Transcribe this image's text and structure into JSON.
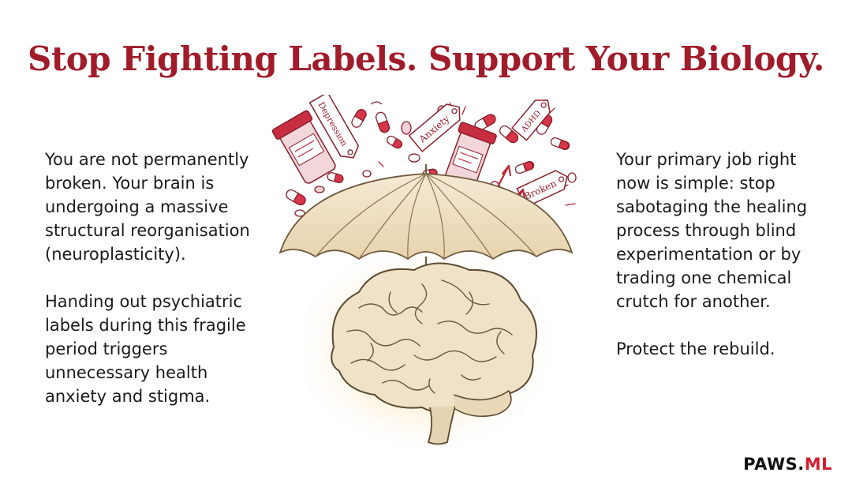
{
  "title": "Stop Fighting Labels. Support Your Biology.",
  "left_column": {
    "paragraph1": "You are not permanently broken. Your brain is undergoing a massive structural reorganisation (neuroplasticity).",
    "paragraph2": "Handing out psychiatric labels during this fragile period triggers unnecessary health anxiety and stigma."
  },
  "right_column": {
    "paragraph1": "Your primary job right now is simple: stop sabotaging the healing process through blind experimentation or by trading one chemical crutch for another.",
    "paragraph2": "Protect the rebuild."
  },
  "illustration": {
    "tags": [
      "Depression",
      "Anxiety",
      "ADHD",
      "Broken"
    ]
  },
  "brand": {
    "part1": "PAWS.",
    "part2": "ML"
  },
  "colors": {
    "title": "#a11c2b",
    "accent_red": "#d02030",
    "umbrella": "#f1e3c8",
    "brain": "#efe2c6",
    "glow": "#f6d99a"
  }
}
